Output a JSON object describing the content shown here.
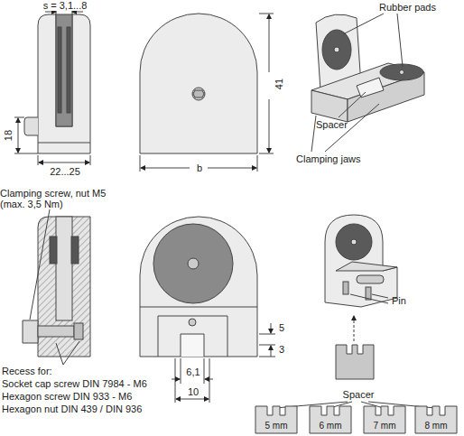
{
  "diagram": {
    "labels": [
      "s = 3,1...8",
      "Rubber pads",
      "18",
      "41",
      "22...25",
      "b",
      "Spacer",
      "Clamping jaws",
      "Clamping screw, nut M5",
      "(max. 3,5 Nm)",
      "5",
      "3",
      "6,1",
      "10",
      "Pin",
      "Recess for:",
      "Socket cap screw DIN 7984 - M6",
      "Hexagon screw DIN 933 - M6",
      "Hexagon nut DIN 439 / DIN 936",
      "Spacer",
      "5 mm",
      "6 mm",
      "7 mm",
      "8 mm"
    ]
  }
}
